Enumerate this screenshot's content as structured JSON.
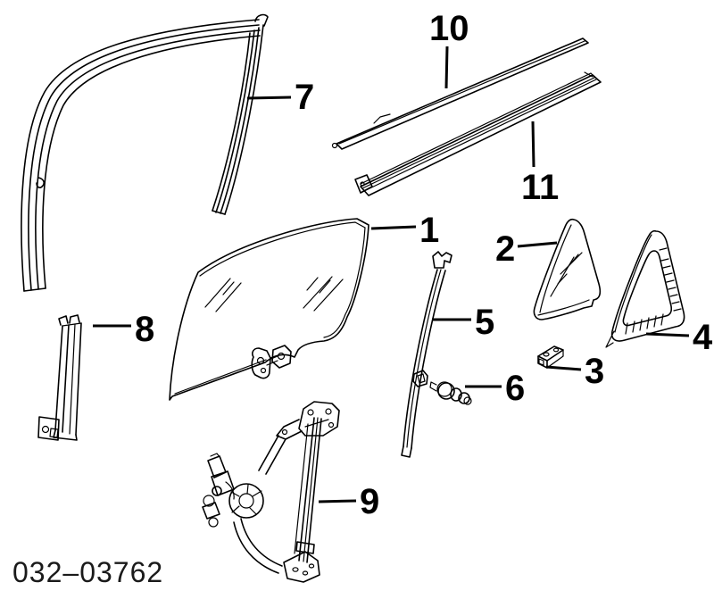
{
  "diagram": {
    "drawing_code": "032–03762",
    "background_color": "#ffffff",
    "line_color": "#000000",
    "part_labels": {
      "p1": "1",
      "p2": "2",
      "p3": "3",
      "p4": "4",
      "p5": "5",
      "p6": "6",
      "p7": "7",
      "p8": "8",
      "p9": "9",
      "p10": "10",
      "p11": "11"
    }
  }
}
